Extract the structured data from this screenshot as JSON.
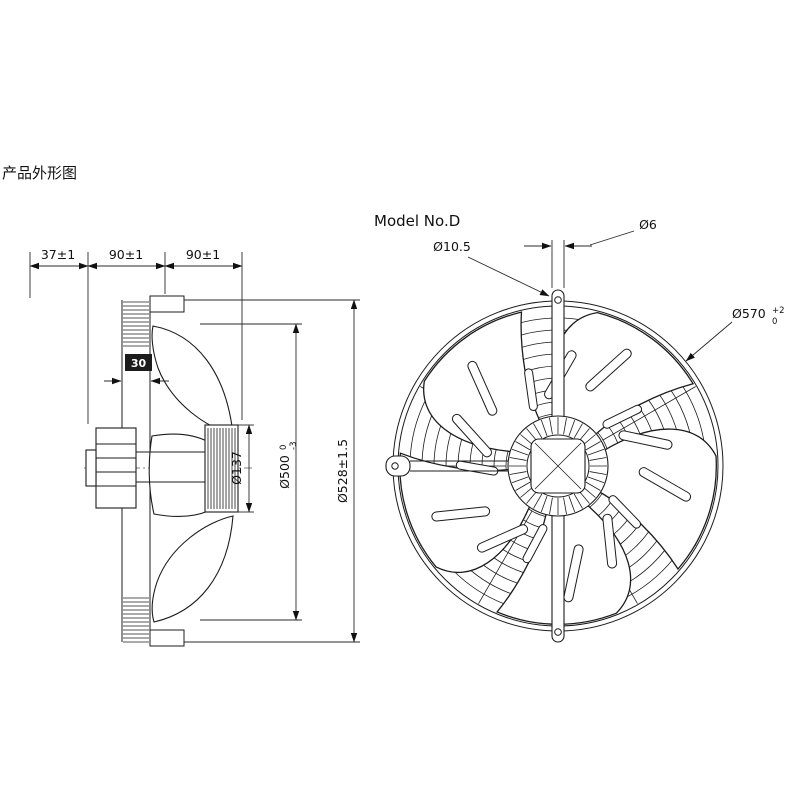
{
  "page": {
    "title": "产品外形图",
    "model_label": "Model No.D"
  },
  "side_view": {
    "dim_depth_left": "37±1",
    "dim_depth_mid": "90±1",
    "dim_depth_right": "90±1",
    "dim_fin_height": "30",
    "dim_hub_diameter": "Ø137",
    "dim_impeller_diameter": "Ø500",
    "dim_impeller_tol_upper": "0",
    "dim_impeller_tol_lower": "-3",
    "dim_overall_diameter": "Ø528±1.5"
  },
  "front_view": {
    "dim_hole_diameter": "Ø10.5",
    "dim_bracket_width": "Ø6",
    "dim_ring_diameter": "Ø570",
    "dim_ring_tol_upper": "+2",
    "dim_ring_tol_lower": "0"
  }
}
